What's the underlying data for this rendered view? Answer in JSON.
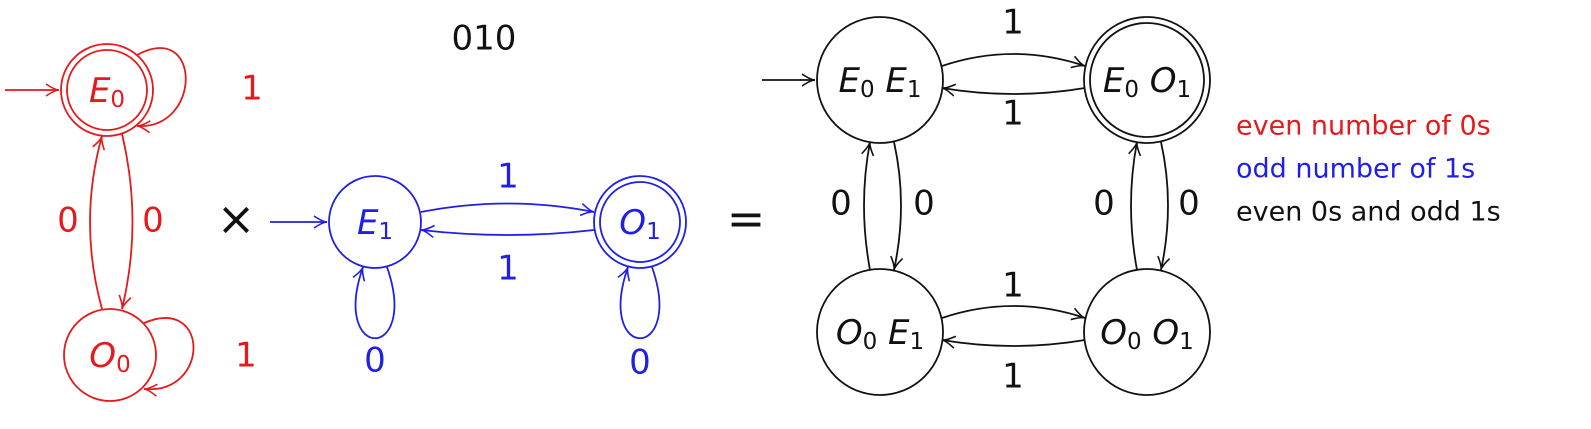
{
  "string": "010",
  "operators": {
    "times": "×",
    "equals": "="
  },
  "colors": {
    "red": "#e41a1c",
    "blue": "#1f1fe6",
    "black": "#111111"
  },
  "machines": {
    "even0": {
      "color": "red",
      "states": [
        {
          "id": "E0",
          "letter": "E",
          "sub": "0",
          "start": true,
          "accept": true
        },
        {
          "id": "O0",
          "letter": "O",
          "sub": "0",
          "start": false,
          "accept": false
        }
      ],
      "transitions": [
        {
          "from": "E0",
          "to": "E0",
          "label": "1"
        },
        {
          "from": "E0",
          "to": "O0",
          "label": "0"
        },
        {
          "from": "O0",
          "to": "E0",
          "label": "0"
        },
        {
          "from": "O0",
          "to": "O0",
          "label": "1"
        }
      ]
    },
    "odd1": {
      "color": "blue",
      "states": [
        {
          "id": "E1",
          "letter": "E",
          "sub": "1",
          "start": true,
          "accept": false
        },
        {
          "id": "O1",
          "letter": "O",
          "sub": "1",
          "start": false,
          "accept": true
        }
      ],
      "transitions": [
        {
          "from": "E1",
          "to": "O1",
          "label": "1"
        },
        {
          "from": "O1",
          "to": "E1",
          "label": "1"
        },
        {
          "from": "E1",
          "to": "E1",
          "label": "0"
        },
        {
          "from": "O1",
          "to": "O1",
          "label": "0"
        }
      ]
    },
    "product": {
      "color": "black",
      "states": [
        {
          "id": "E0E1",
          "parts": [
            [
              "E",
              "0"
            ],
            [
              "E",
              "1"
            ]
          ],
          "start": true,
          "accept": false
        },
        {
          "id": "E0O1",
          "parts": [
            [
              "E",
              "0"
            ],
            [
              "O",
              "1"
            ]
          ],
          "start": false,
          "accept": true
        },
        {
          "id": "O0E1",
          "parts": [
            [
              "O",
              "0"
            ],
            [
              "E",
              "1"
            ]
          ],
          "start": false,
          "accept": false
        },
        {
          "id": "O0O1",
          "parts": [
            [
              "O",
              "0"
            ],
            [
              "O",
              "1"
            ]
          ],
          "start": false,
          "accept": false
        }
      ],
      "transitions": [
        {
          "from": "E0E1",
          "to": "E0O1",
          "label": "1"
        },
        {
          "from": "E0O1",
          "to": "E0E1",
          "label": "1"
        },
        {
          "from": "O0E1",
          "to": "O0O1",
          "label": "1"
        },
        {
          "from": "O0O1",
          "to": "O0E1",
          "label": "1"
        },
        {
          "from": "O0E1",
          "to": "E0E1",
          "label": "0"
        },
        {
          "from": "E0E1",
          "to": "O0E1",
          "label": "0"
        },
        {
          "from": "O0O1",
          "to": "E0O1",
          "label": "0"
        },
        {
          "from": "E0O1",
          "to": "O0O1",
          "label": "0"
        }
      ]
    }
  },
  "legend": [
    {
      "text": "even number of 0s",
      "color": "red"
    },
    {
      "text": "odd number of 1s",
      "color": "blue"
    },
    {
      "text": "even 0s and odd 1s",
      "color": "black"
    }
  ]
}
